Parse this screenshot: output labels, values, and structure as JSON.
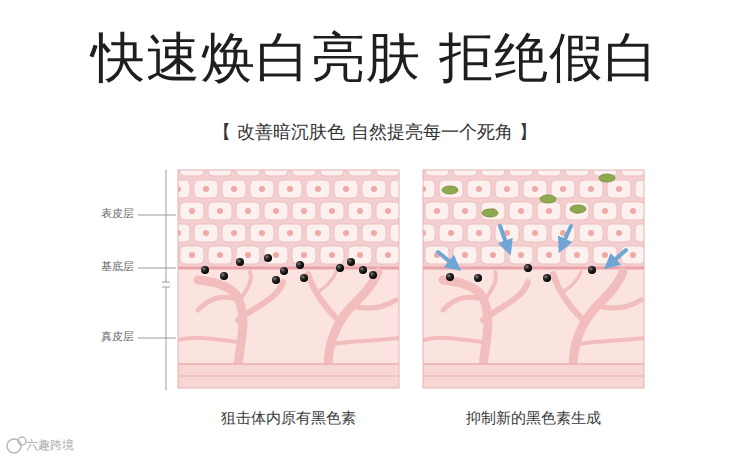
{
  "diagram": {
    "title": "快速焕白亮肤 拒绝假白",
    "nodes": [
      {
        "text": [
          "狙击体内原有黑色素"
        ]
      },
      {
        "text": [
          "抑制新的黑色素生成"
        ]
      }
    ],
    "labels": [
      "【 改善暗沉肤色 自然提亮每一个死角 】",
      "表皮层",
      "基底层",
      "真皮层",
      "六趣跨境"
    ]
  }
}
